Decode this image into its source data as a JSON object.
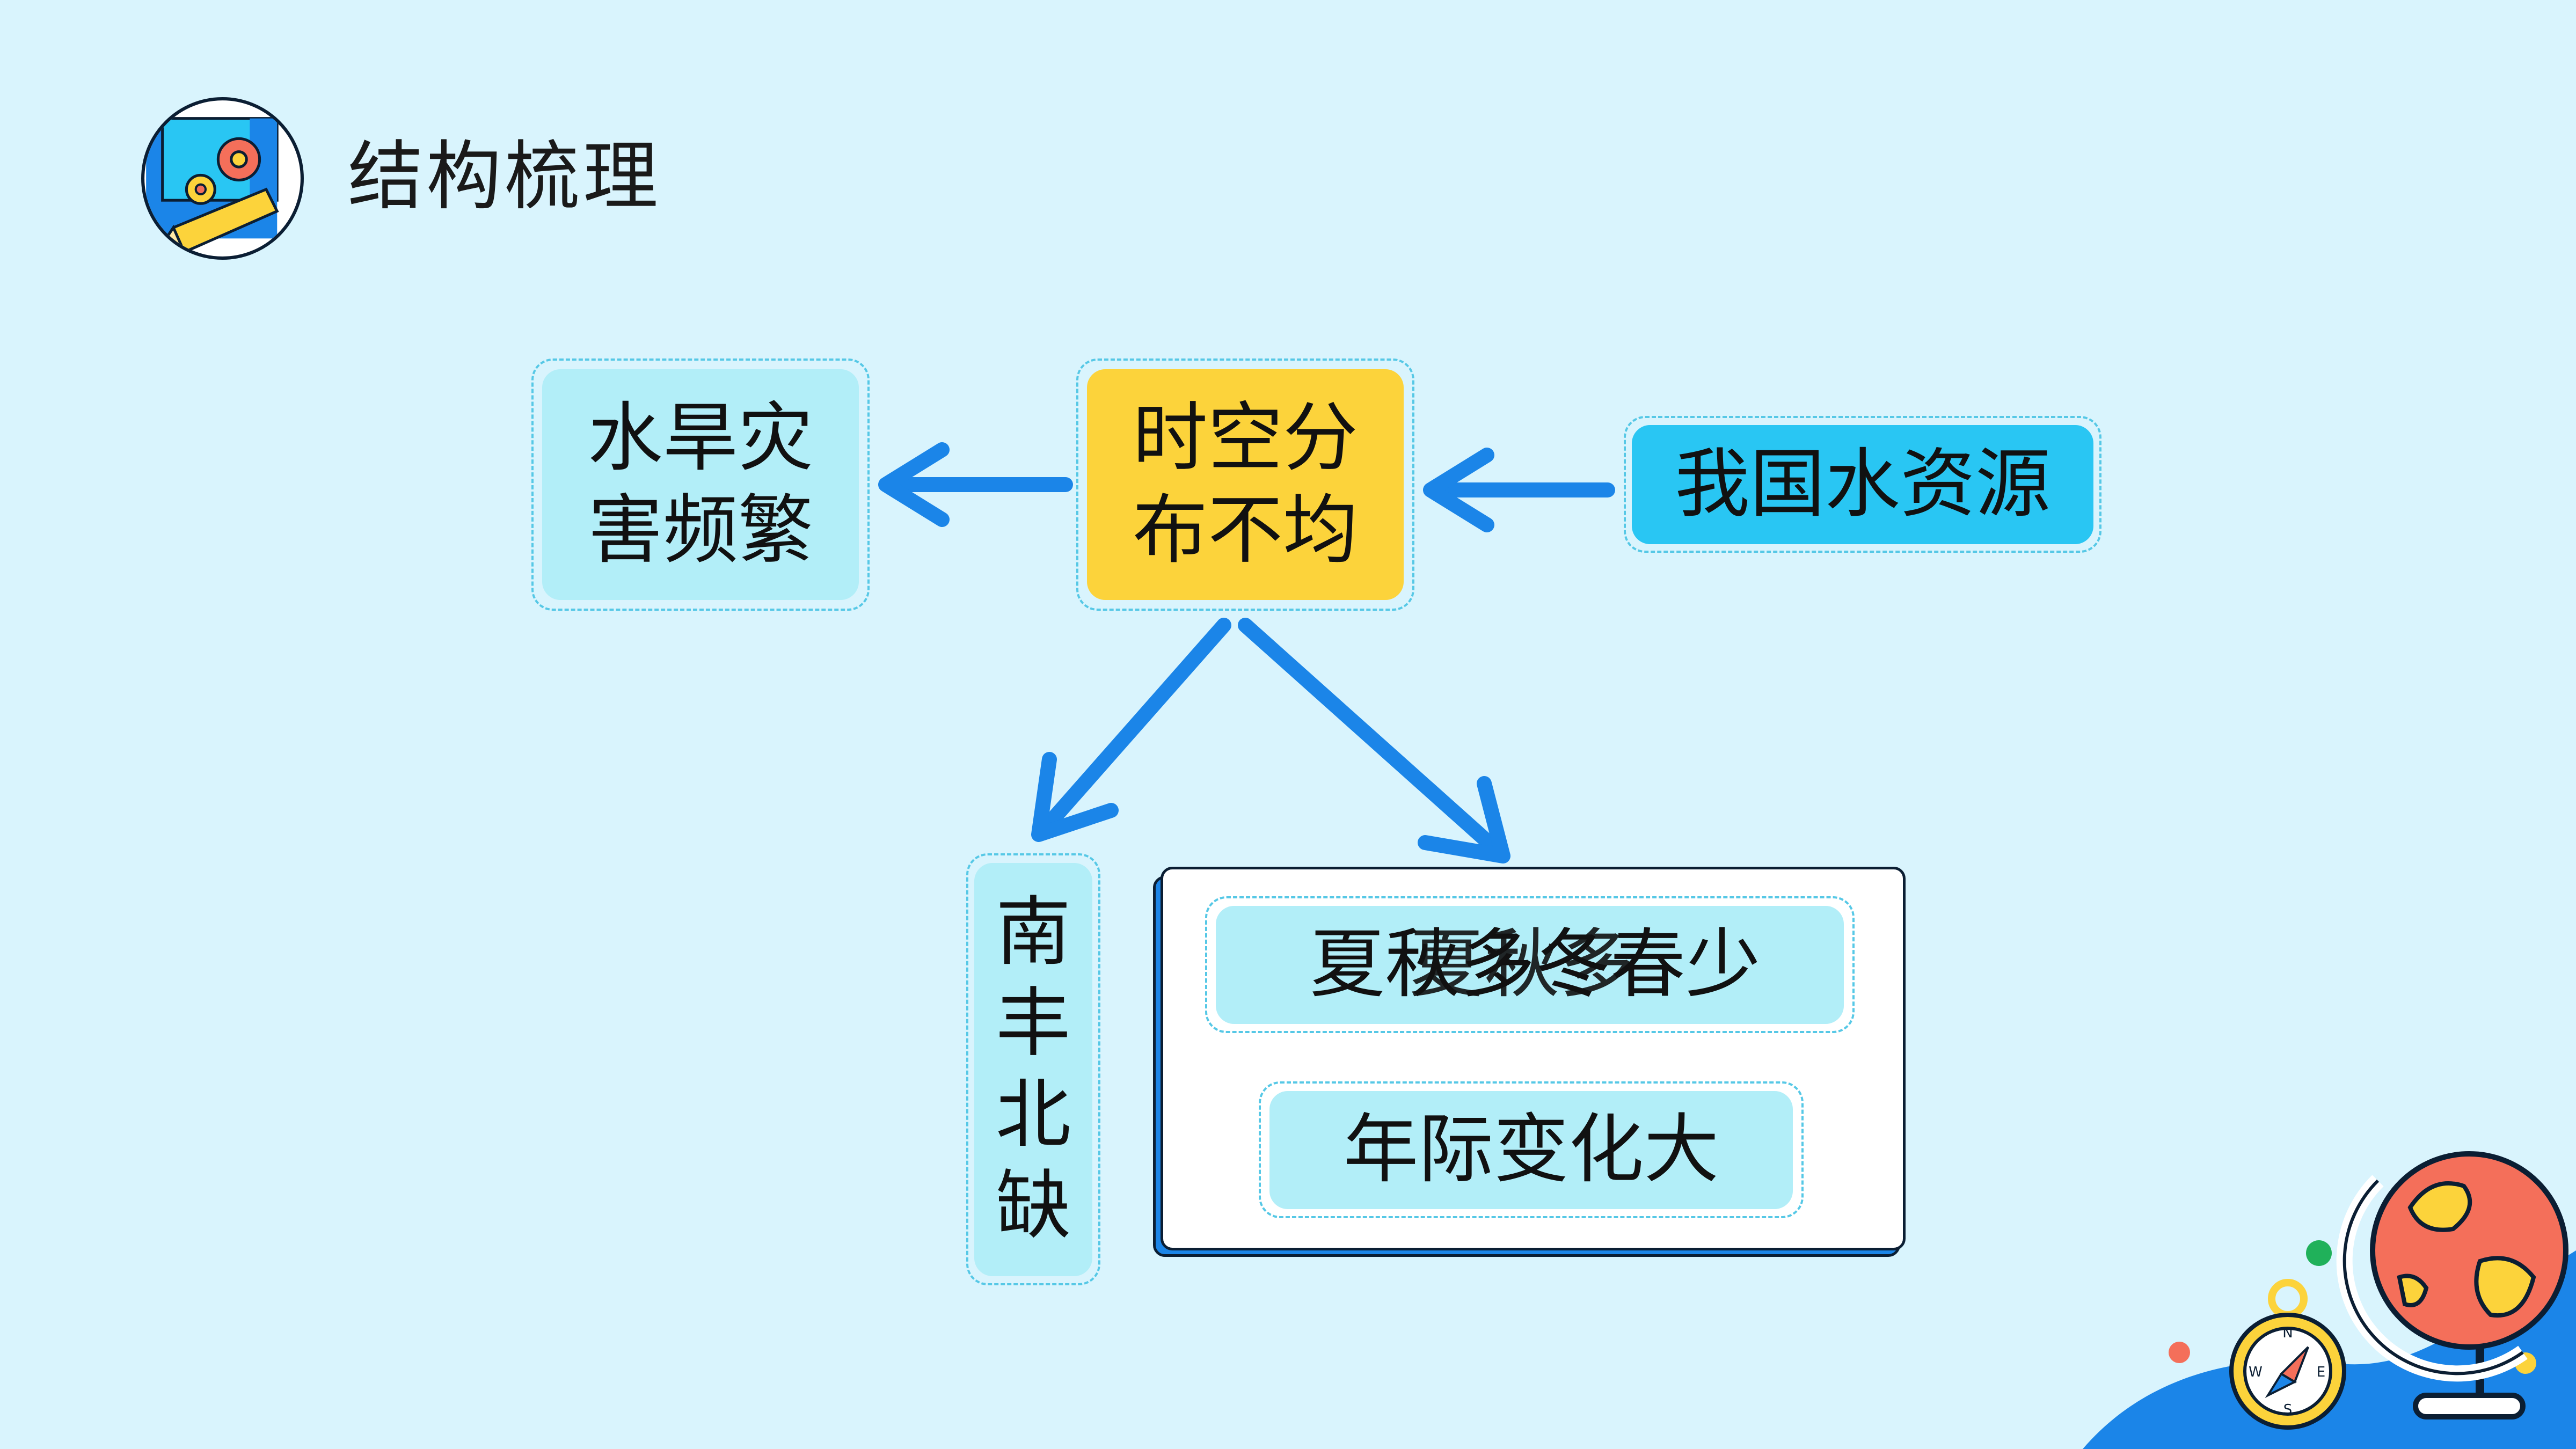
{
  "header": {
    "title": "结构梳理"
  },
  "nodes": {
    "center": [
      "时空分",
      "布不均"
    ],
    "source": "我国水资源",
    "left": [
      "水旱灾",
      "害频繁"
    ],
    "south_north": [
      "南",
      "丰",
      "北",
      "缺"
    ],
    "seasonal": "夏秋多冬春少",
    "seasonal_overlap": "夏秋多",
    "annual": "年际变化大"
  },
  "colors": {
    "background": "#d9f4fd",
    "arrow": "#1b85e8",
    "center_box": "#fcd33b",
    "source_box": "#29c6f3",
    "light_box": "#b2eef8"
  }
}
